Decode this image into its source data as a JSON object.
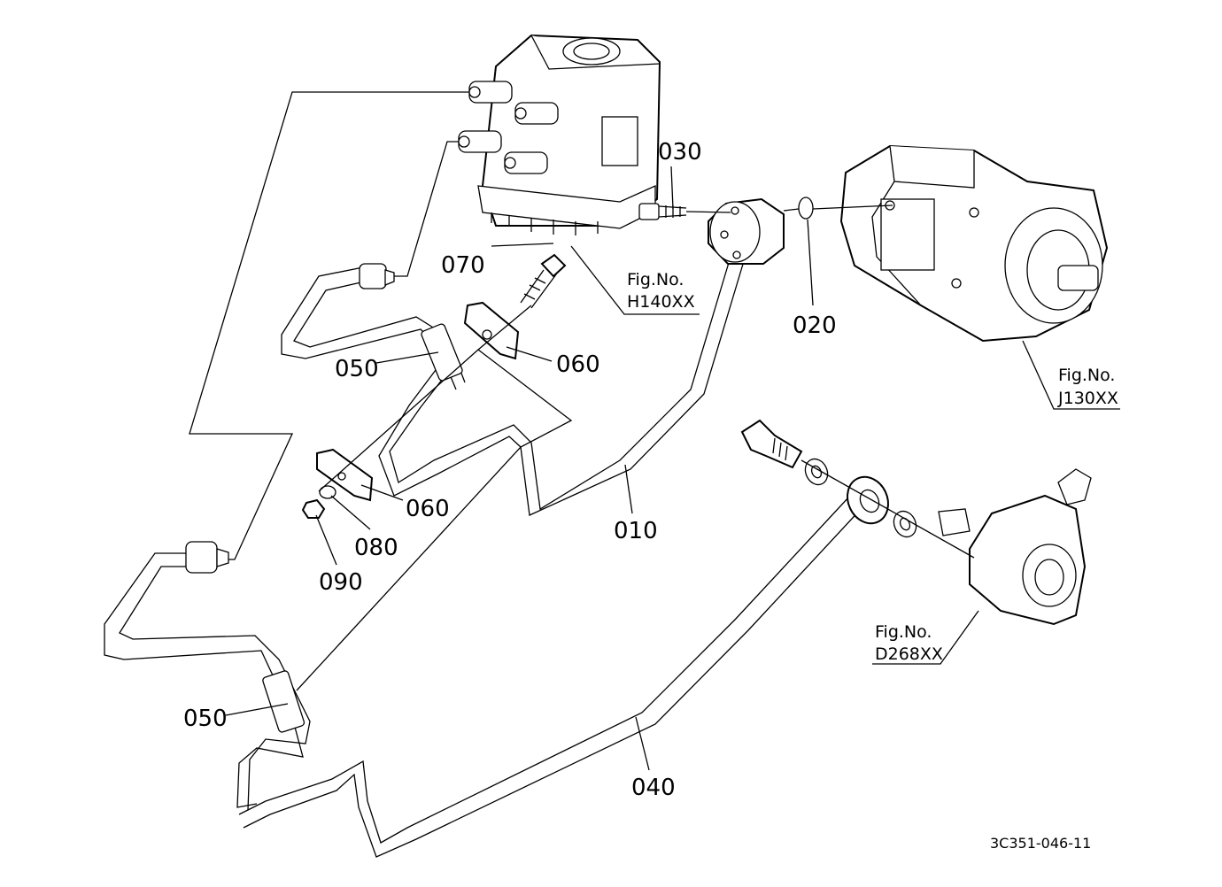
{
  "parts": {
    "p010": "010",
    "p020": "020",
    "p030": "030",
    "p040": "040",
    "p050a": "050",
    "p050b": "050",
    "p060a": "060",
    "p060b": "060",
    "p070": "070",
    "p080": "080",
    "p090": "090"
  },
  "refs": {
    "h140": {
      "fig": "Fig.No.",
      "code": "H140XX"
    },
    "j130": {
      "fig": "Fig.No.",
      "code": "J130XX"
    },
    "d268": {
      "fig": "Fig.No.",
      "code": "D268XX"
    }
  },
  "diagram_code": "3C351-046-11"
}
